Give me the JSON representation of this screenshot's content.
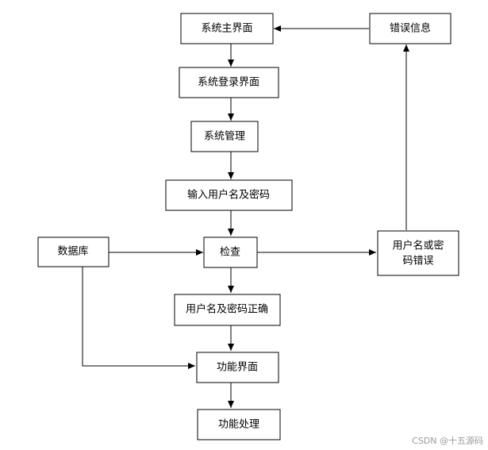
{
  "diagram": {
    "nodes": {
      "main_ui": "系统主界面",
      "login_ui": "系统登录界面",
      "sys_manage": "系统管理",
      "input_cred": "输入用户名及密码",
      "database": "数据库",
      "check": "检查",
      "cred_correct": "用户名及密码正确",
      "func_ui": "功能界面",
      "func_proc": "功能处理",
      "cred_error_line1": "用户名或密",
      "cred_error_line2": "码错误",
      "error_info": "错误信息"
    }
  },
  "watermark": "CSDN @十五源码"
}
